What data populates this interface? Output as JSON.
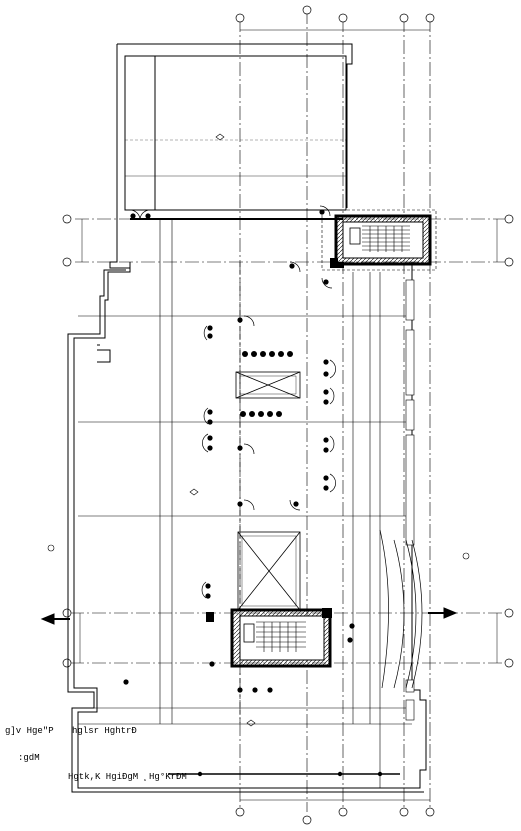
{
  "grid_labels": {
    "top": [
      "",
      "",
      "",
      "",
      ""
    ],
    "bottom": [
      "",
      "",
      "",
      "",
      ""
    ],
    "left": [
      "",
      "",
      "",
      ""
    ],
    "right": [
      "",
      "",
      "",
      ""
    ]
  },
  "annotations": {
    "line1_left": "g]v Hge\"P",
    "line1_mid": "hglsr  HghtrÐ",
    "line2": ":gdM",
    "line3": "Hgtk,K  HgiÐgM  ¸Hg°KrÐM"
  }
}
